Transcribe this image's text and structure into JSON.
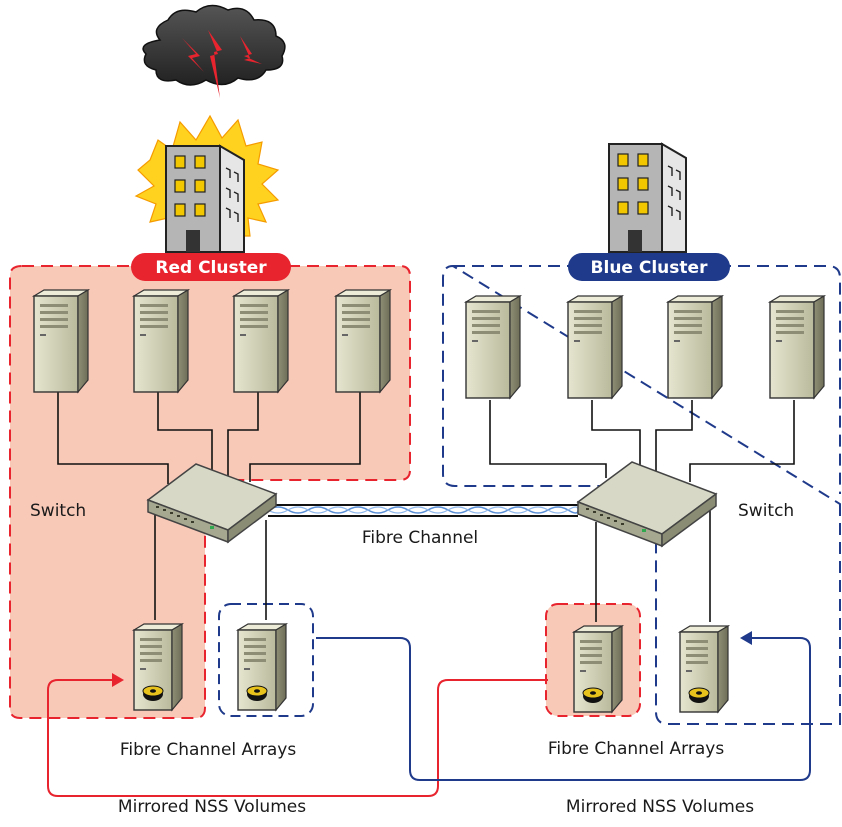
{
  "diagram": {
    "red_cluster_label": "Red Cluster",
    "blue_cluster_label": "Blue Cluster",
    "switch_left_label": "Switch",
    "switch_right_label": "Switch",
    "link_label": "Fibre Channel",
    "arrays_left_label": "Fibre Channel Arrays",
    "arrays_right_label": "Fibre Channel Arrays",
    "mirrored_left_label": "Mirrored NSS Volumes",
    "mirrored_right_label": "Mirrored NSS Volumes"
  },
  "colors": {
    "red": "#e8242f",
    "blue": "#1f3a8a",
    "red_fill": "#f9c9b8",
    "server_face": "#d9d9c0",
    "switch_top": "#d7d9c6"
  },
  "icons": [
    "storm-cloud-icon",
    "lightning-icon",
    "burning-building-icon",
    "building-icon",
    "server-icon",
    "switch-icon",
    "disk-array-icon"
  ]
}
